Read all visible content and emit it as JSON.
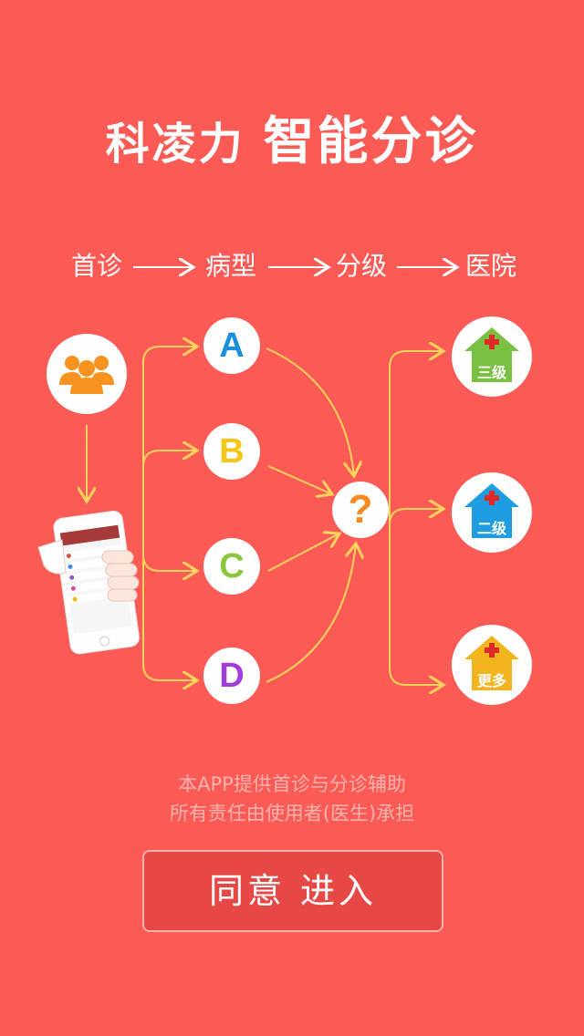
{
  "header": {
    "brand": "科凌力",
    "title_main": "智能分诊"
  },
  "flow": {
    "step1": "首诊",
    "step2": "病型",
    "step3": "分级",
    "step4": "医院"
  },
  "nodes": {
    "a": "A",
    "b": "B",
    "c": "C",
    "d": "D",
    "question": "?"
  },
  "hospitals": {
    "level3": "三级",
    "level2": "二级",
    "more": "更多"
  },
  "notice": {
    "line1": "本APP提供首诊与分诊辅助",
    "line2": "所有责任由使用者(医生)承担"
  },
  "enter_button": "同意  进入",
  "colors": {
    "background": "#fb5a55",
    "arrow": "#ffd45c",
    "a": "#1a8fe0",
    "b": "#f5c518",
    "c": "#8cc63e",
    "d": "#a13ed6",
    "question": "#f58a1f",
    "hospital_green": "#7ac143",
    "hospital_blue": "#1e9ee0",
    "hospital_yellow": "#f2b51e"
  }
}
